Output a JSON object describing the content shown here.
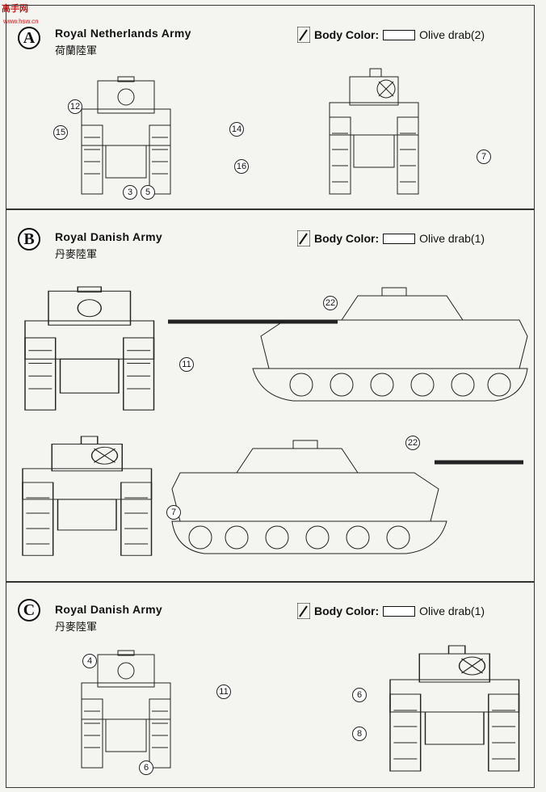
{
  "watermark": {
    "logo": "高手网",
    "url": "www.hsw.cn"
  },
  "sections": [
    {
      "badge": "A",
      "army": "Royal Netherlands Army",
      "army_cn": "荷蘭陸軍",
      "body_color_label": "Body Color:",
      "paint": "Olive drab(2)",
      "callouts": [
        "12",
        "15",
        "14",
        "16",
        "3",
        "5",
        "7"
      ]
    },
    {
      "badge": "B",
      "army": "Royal Danish Army",
      "army_cn": "丹麥陸軍",
      "body_color_label": "Body Color:",
      "paint": "Olive drab(1)",
      "callouts": [
        "22",
        "11",
        "22",
        "7"
      ]
    },
    {
      "badge": "C",
      "army": "Royal Danish Army",
      "army_cn": "丹麥陸軍",
      "body_color_label": "Body Color:",
      "paint": "Olive drab(1)",
      "callouts": [
        "4",
        "11",
        "6",
        "6",
        "8"
      ]
    }
  ],
  "icons": {
    "paint_brush": "paint-brush-icon"
  }
}
